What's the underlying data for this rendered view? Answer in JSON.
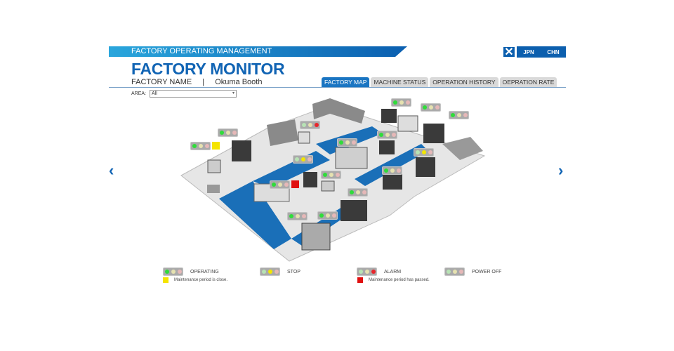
{
  "header": {
    "banner": "FACTORY OPERATING MANAGEMENT",
    "title": "FACTORY MONITOR",
    "factory_label": "FACTORY NAME",
    "separator": "|",
    "factory_name": "Okuma Booth",
    "close_icon": "close-icon",
    "languages": [
      "JPN",
      "CHN"
    ]
  },
  "tabs": [
    {
      "label": "FACTORY MAP",
      "active": true
    },
    {
      "label": "MACHINE STATUS"
    },
    {
      "label": "OPERATION HISTORY"
    },
    {
      "label": "OEPRATION RATE"
    }
  ],
  "area": {
    "label": "AREA:",
    "value": "All"
  },
  "nav": {
    "prev": "‹",
    "next": "›"
  },
  "colors": {
    "operating": "#2fdc3a",
    "stop": "#f2e600",
    "alarm": "#e8262c",
    "off": "#c9c9c9",
    "accent": "#1164b4",
    "floor_blue": "#1a6fb8"
  },
  "machines": [
    {
      "status": "operating"
    },
    {
      "status": "operating",
      "maintenance": "close"
    },
    {
      "status": "alarm"
    },
    {
      "status": "operating"
    },
    {
      "status": "operating"
    },
    {
      "status": "operating"
    },
    {
      "status": "operating"
    },
    {
      "status": "operating"
    },
    {
      "status": "stop"
    },
    {
      "status": "stop"
    },
    {
      "status": "operating"
    },
    {
      "status": "operating"
    },
    {
      "status": "operating",
      "maintenance": "passed"
    },
    {
      "status": "operating"
    },
    {
      "status": "operating"
    },
    {
      "status": "operating"
    }
  ],
  "legend": {
    "operating": "OPERATING",
    "stop": "STOP",
    "alarm": "ALARM",
    "power_off": "POWER OFF",
    "maint_close": "Maintenance period is close.",
    "maint_passed": "Maintenance period has passed."
  }
}
